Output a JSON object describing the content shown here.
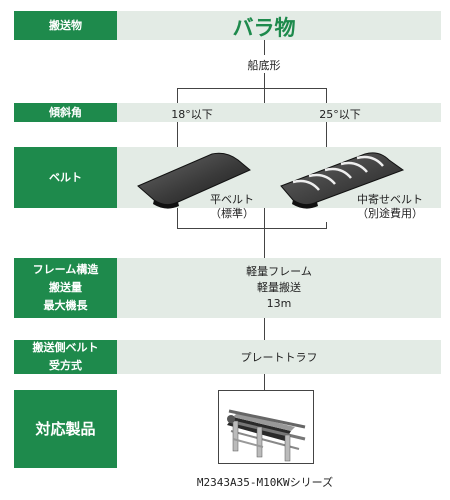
{
  "rows": {
    "conveyed": {
      "label": "搬送物",
      "value": "バラ物"
    },
    "bottom_shape": "船底形",
    "angle": {
      "label": "傾斜角",
      "left": "18°以下",
      "right": "25°以下"
    },
    "belt": {
      "label": "ベルト",
      "flat_name": "平ベルト",
      "flat_note": "（標準）",
      "cleat_name": "中寄せベルト",
      "cleat_note": "（別途費用）"
    },
    "frame": {
      "label_lines": [
        "フレーム構造",
        "搬送量",
        "最大機長"
      ],
      "value_lines": [
        "軽量フレーム",
        "軽量搬送",
        "13m"
      ]
    },
    "trough": {
      "label_lines": [
        "搬送側ベルト",
        "受方式"
      ],
      "value": "プレートトラフ"
    },
    "product": {
      "label": "対応製品",
      "caption": "M2343A35-M10KWシリーズ"
    }
  },
  "colors": {
    "label_bg": "#1e8a4c",
    "band_bg": "#e3ebe5",
    "title_green": "#1e8a4c"
  }
}
